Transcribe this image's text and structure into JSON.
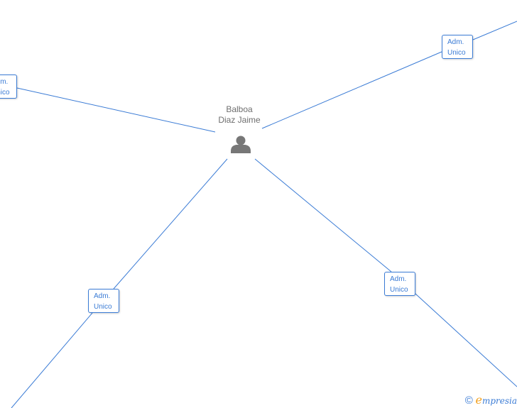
{
  "person": {
    "name_line1": "Balboa",
    "name_line2": "Diaz Jaime"
  },
  "roles": {
    "left": {
      "line1": "Adm.",
      "line2": "Unico"
    },
    "top_right": {
      "line1": "Adm.",
      "line2": "Unico"
    },
    "bottom_left": {
      "line1": "Adm.",
      "line2": "Unico"
    },
    "bottom_right": {
      "line1": "Adm.",
      "line2": "Unico"
    }
  },
  "footer": {
    "copyright": "©",
    "brand_initial": "e",
    "brand_rest": "mpresia"
  },
  "colors": {
    "edge": "#3a7bd5",
    "person_icon": "#777777",
    "brand_initial": "#f2a01e"
  },
  "icons": {
    "person": "person-icon",
    "copyright": "copyright-icon"
  }
}
